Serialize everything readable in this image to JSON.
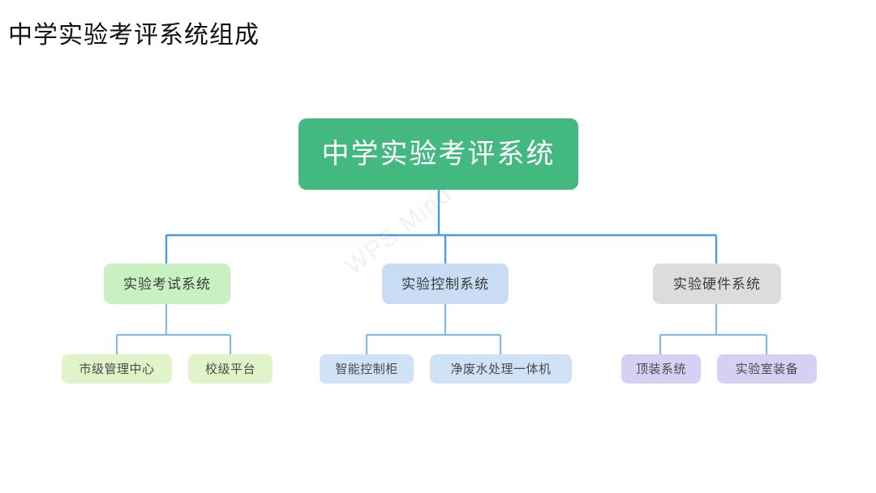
{
  "page": {
    "title": "中学实验考评系统组成",
    "background_color": "#ffffff"
  },
  "watermark": {
    "text": "WPS Mind"
  },
  "colors": {
    "root_fill": "#43b880",
    "root_text": "#ffffff",
    "connector": "#4a9de0",
    "branch_exam_fill": "#c9f0c0",
    "branch_control_fill": "#c8ddf4",
    "branch_hardware_fill": "#dcdcdc",
    "leaf_exam_fill": "#e1f3c9",
    "leaf_control_fill": "#cfe2f6",
    "leaf_hardware_fill": "#d6d0f5",
    "node_text": "#3b3b3b"
  },
  "diagram": {
    "type": "tree",
    "orientation": "top-down",
    "root": {
      "label": "中学实验考评系统"
    },
    "branches": [
      {
        "label": "实验考试系统",
        "children": [
          {
            "label": "市级管理中心"
          },
          {
            "label": "校级平台"
          }
        ]
      },
      {
        "label": "实验控制系统",
        "children": [
          {
            "label": "智能控制柜"
          },
          {
            "label": "净废水处理一体机"
          }
        ]
      },
      {
        "label": "实验硬件系统",
        "children": [
          {
            "label": "顶装系统"
          },
          {
            "label": "实验室装备"
          }
        ]
      }
    ]
  }
}
